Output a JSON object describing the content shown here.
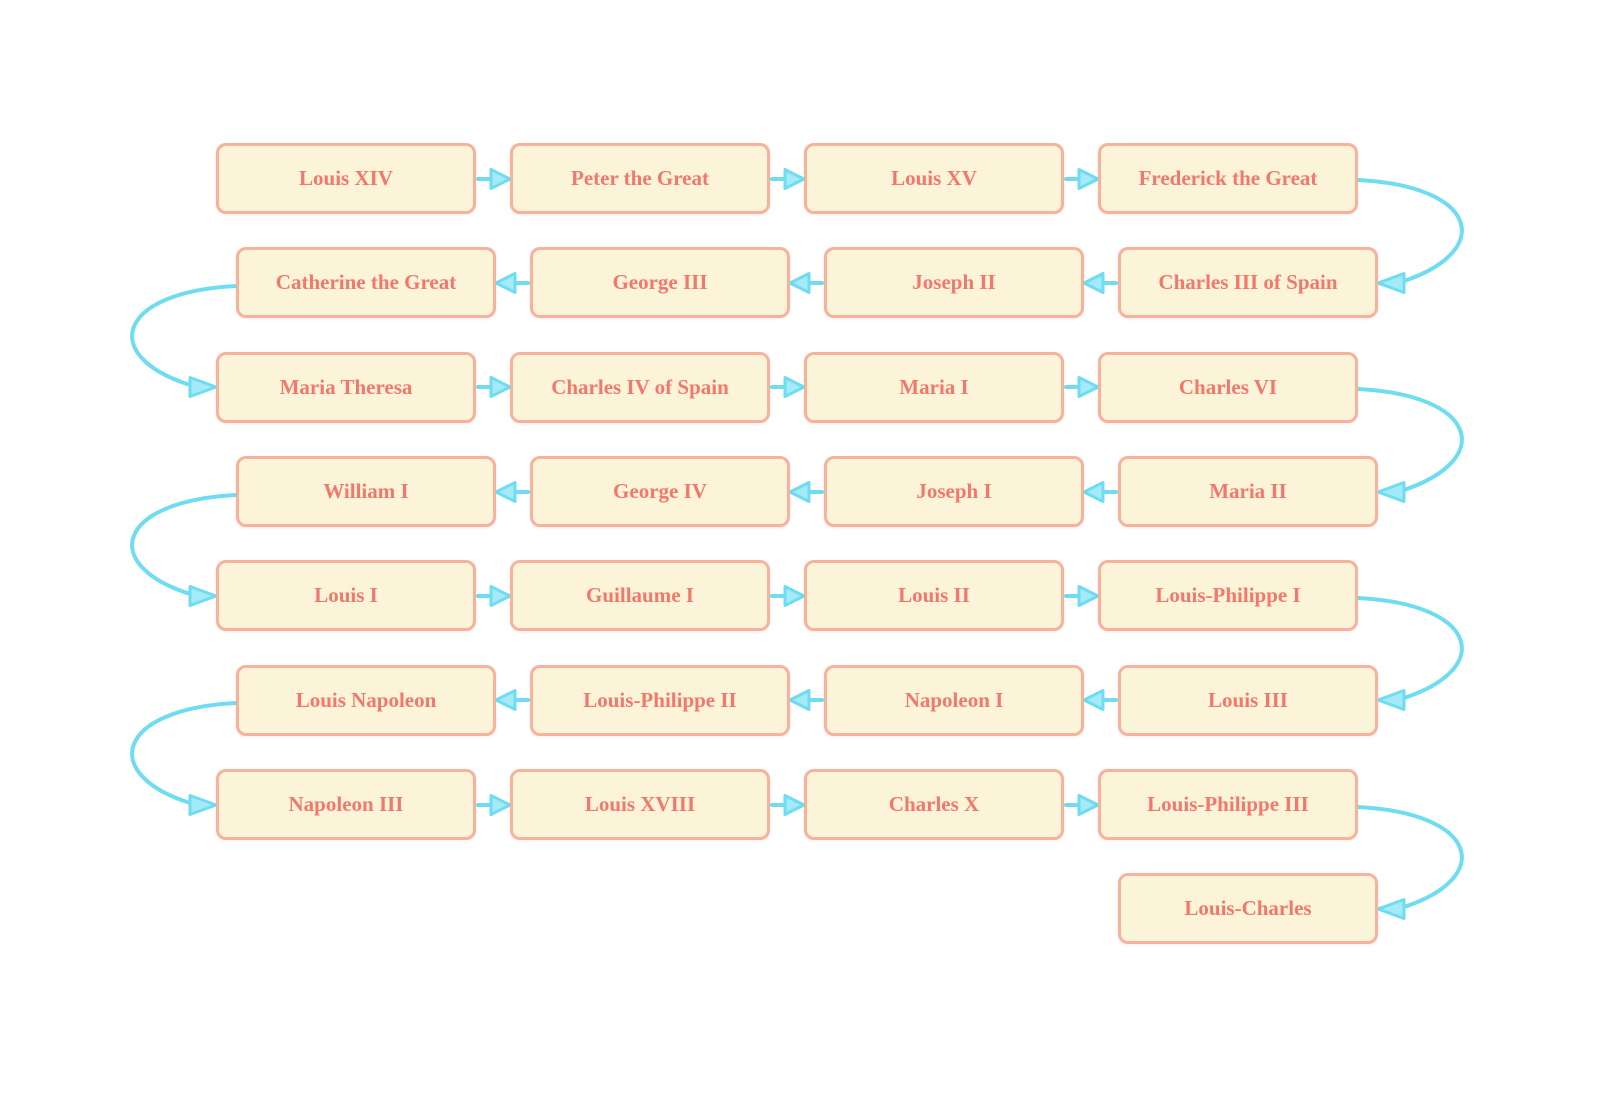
{
  "diagram": {
    "type": "flowchart-snake",
    "colors": {
      "node_fill": "#FCF4D9",
      "node_border": "#F6B29D",
      "node_text": "#F2786B",
      "arrow_stroke": "#6EDCF1",
      "arrowhead_fill": "#A5EAF7",
      "background": "#FFFFFF"
    },
    "rows": [
      {
        "direction": "right",
        "nodes": [
          "Louis XIV",
          "Peter the Great",
          "Louis XV",
          "Frederick the Great"
        ]
      },
      {
        "direction": "left",
        "nodes": [
          "Catherine the Great",
          "George III",
          "Joseph II",
          "Charles III of Spain"
        ]
      },
      {
        "direction": "right",
        "nodes": [
          "Maria Theresa",
          "Charles IV of Spain",
          "Maria I",
          "Charles VI"
        ]
      },
      {
        "direction": "left",
        "nodes": [
          "William I",
          "George IV",
          "Joseph I",
          "Maria II"
        ]
      },
      {
        "direction": "right",
        "nodes": [
          "Louis I",
          "Guillaume I",
          "Louis II",
          "Louis-Philippe I"
        ]
      },
      {
        "direction": "left",
        "nodes": [
          "Louis Napoleon",
          "Louis-Philippe II",
          "Napoleon I",
          "Louis III"
        ]
      },
      {
        "direction": "right",
        "nodes": [
          "Napoleon III",
          "Louis XVIII",
          "Charles X",
          "Louis-Philippe III"
        ]
      },
      {
        "direction": "left",
        "nodes": [
          "Louis-Charles"
        ]
      }
    ],
    "sequence": [
      "Louis XIV",
      "Peter the Great",
      "Louis XV",
      "Frederick the Great",
      "Charles III of Spain",
      "Joseph II",
      "George III",
      "Catherine the Great",
      "Maria Theresa",
      "Charles IV of Spain",
      "Maria I",
      "Charles VI",
      "Maria II",
      "Joseph I",
      "George IV",
      "William I",
      "Louis I",
      "Guillaume I",
      "Louis II",
      "Louis-Philippe I",
      "Louis III",
      "Napoleon I",
      "Louis-Philippe II",
      "Louis Napoleon",
      "Napoleon III",
      "Louis XVIII",
      "Charles X",
      "Louis-Philippe III",
      "Louis-Charles"
    ]
  }
}
